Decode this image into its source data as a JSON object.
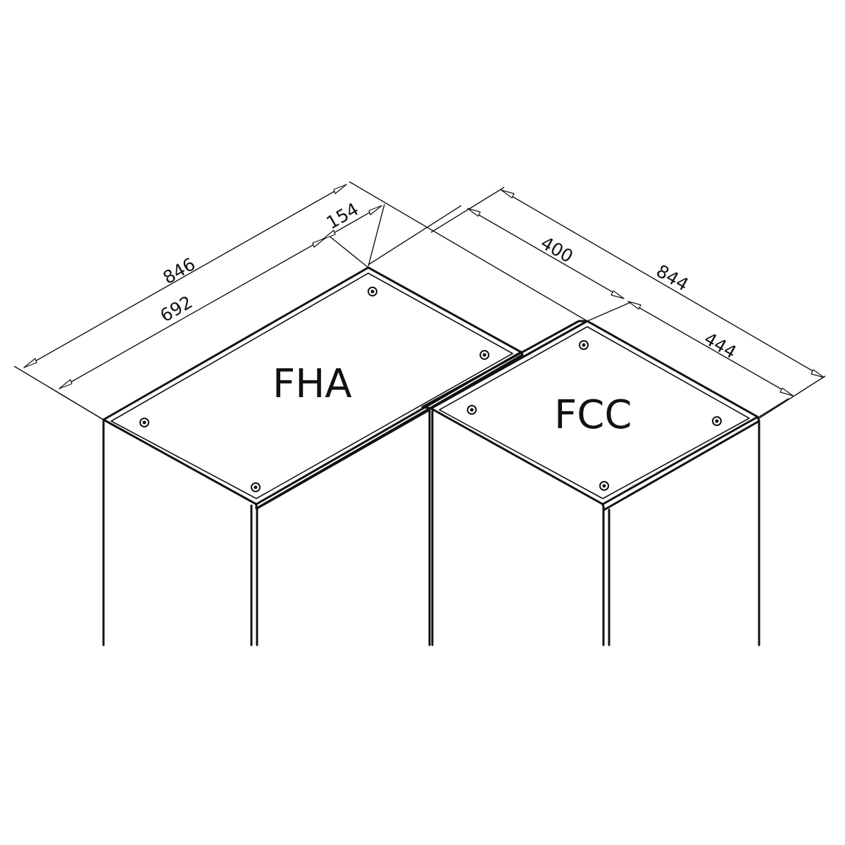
{
  "labels": {
    "unit_left": "FHA",
    "unit_right": "FCC"
  },
  "dimensions": {
    "left_total": "846",
    "left_main": "692",
    "left_offset": "154",
    "right_offset": "400",
    "right_total": "844",
    "right_main": "444"
  }
}
